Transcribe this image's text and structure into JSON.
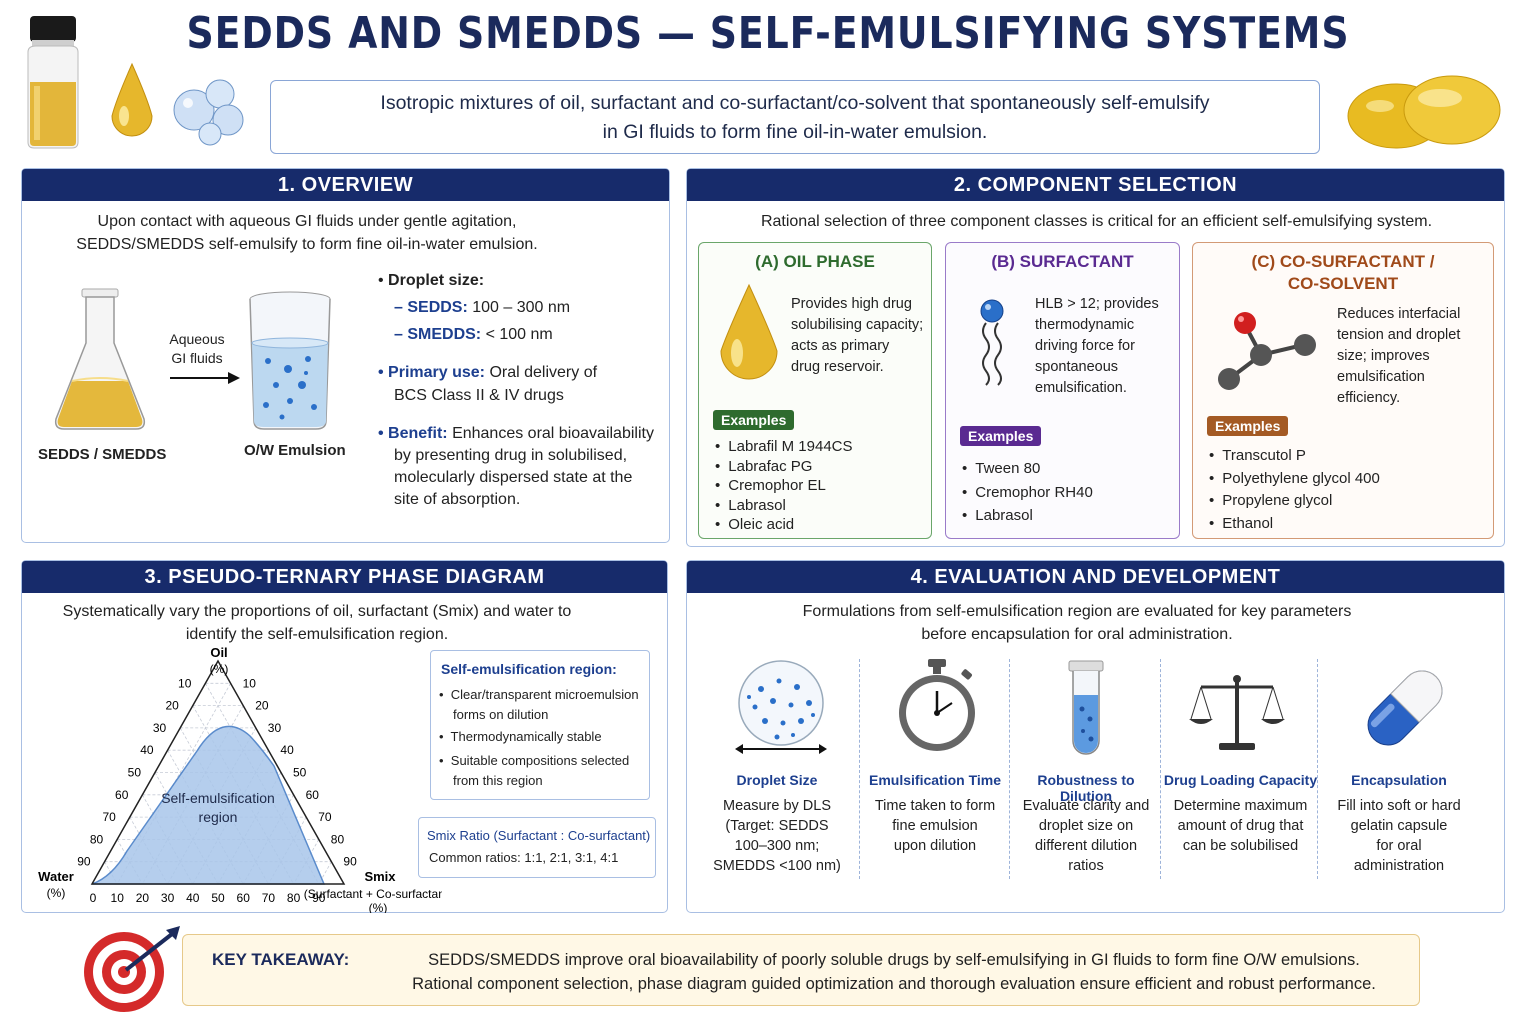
{
  "header": {
    "title": "SEDDS AND SMEDDS — SELF-EMULSIFYING SYSTEMS",
    "subtitle_line1": "Isotropic mixtures of oil, surfactant and co-surfactant/co-solvent that spontaneously self-emulsify",
    "subtitle_line2": "in GI fluids to form fine oil-in-water emulsion."
  },
  "overview": {
    "heading": "1.  OVERVIEW",
    "intro_line1": "Upon contact with aqueous GI fluids under gentle agitation,",
    "intro_line2": "SEDDS/SMEDDS self-emulsify to form fine oil-in-water emulsion.",
    "flask_label": "SEDDS / SMEDDS",
    "arrow_label_line1": "Aqueous",
    "arrow_label_line2": "GI fluids",
    "beaker_label": "O/W Emulsion",
    "droplet_title": "Droplet size:",
    "sedds_label": "SEDDS:",
    "sedds_value": "100 – 300 nm",
    "smedds_label": "SMEDDS:",
    "smedds_value": "< 100 nm",
    "primary_label": "Primary use:",
    "primary_text1": "Oral delivery of",
    "primary_text2": "BCS Class II & IV drugs",
    "benefit_label": "Benefit:",
    "benefit_text1": "Enhances oral bioavailability",
    "benefit_text2": "by presenting drug in solubilised,",
    "benefit_text3": "molecularly dispersed state at the",
    "benefit_text4": "site of absorption."
  },
  "components": {
    "heading": "2.  COMPONENT SELECTION",
    "intro": "Rational selection of three component classes is critical for an efficient self-emulsifying system.",
    "oil": {
      "title": "(A) OIL PHASE",
      "desc": [
        "Provides high drug",
        "solubilising capacity;",
        "acts as primary",
        "drug reservoir."
      ],
      "examples_label": "Examples",
      "examples": [
        "Labrafil M 1944CS",
        "Labrafac PG",
        "Cremophor EL",
        "Labrasol",
        "Oleic acid"
      ]
    },
    "surfactant": {
      "title": "(B) SURFACTANT",
      "desc": [
        "HLB > 12; provides",
        "thermodynamic",
        "driving force for",
        "spontaneous",
        "emulsification."
      ],
      "examples_label": "Examples",
      "examples": [
        "Tween 80",
        "Cremophor RH40",
        "Labrasol"
      ]
    },
    "cosurfactant": {
      "title_line1": "(C) CO-SURFACTANT /",
      "title_line2": "CO-SOLVENT",
      "desc": [
        "Reduces interfacial",
        "tension and droplet",
        "size; improves",
        "emulsification",
        "efficiency."
      ],
      "examples_label": "Examples",
      "examples": [
        "Transcutol P",
        "Polyethylene glycol 400",
        "Propylene glycol",
        "Ethanol"
      ]
    }
  },
  "phase": {
    "heading": "3.  PSEUDO-TERNARY PHASE DIAGRAM",
    "intro_line1": "Systematically vary the proportions of oil, surfactant (Smix) and water to",
    "intro_line2": "identify the self-emulsification region.",
    "oil_axis": "Oil",
    "oil_unit": "(%)",
    "water_axis": "Water",
    "water_unit": "(%)",
    "smix_axis": "Smix",
    "smix_sub": "(Surfactant + Co-surfactant)",
    "smix_unit": "(%)",
    "region_line1": "Self-emulsification",
    "region_line2": "region",
    "ticks": [
      "10",
      "20",
      "30",
      "40",
      "50",
      "60",
      "70",
      "80",
      "90"
    ],
    "tick_zero": "0",
    "box_title": "Self-emulsification region:",
    "box_items": [
      [
        "Clear/transparent microemulsion",
        "forms on dilution"
      ],
      [
        "Thermodynamically stable"
      ],
      [
        "Suitable compositions selected",
        "from this region"
      ]
    ],
    "ratio_title": "Smix Ratio (Surfactant : Co-surfactant)",
    "ratio_text": "Common ratios:  1:1,  2:1,  3:1,  4:1"
  },
  "evaluation": {
    "heading": "4.  EVALUATION AND DEVELOPMENT",
    "intro_line1": "Formulations from self-emulsification region are evaluated for key parameters",
    "intro_line2": "before encapsulation for oral administration.",
    "items": [
      {
        "name": "Droplet Size",
        "desc": [
          "Measure by DLS",
          "(Target:  SEDDS",
          "100–300 nm;",
          "SMEDDS <100 nm)"
        ]
      },
      {
        "name": "Emulsification Time",
        "desc": [
          "Time taken to form",
          "fine emulsion",
          "upon dilution"
        ]
      },
      {
        "name": "Robustness to Dilution",
        "desc": [
          "Evaluate clarity and",
          "droplet size on",
          "different dilution",
          "ratios"
        ]
      },
      {
        "name": "Drug Loading Capacity",
        "desc": [
          "Determine maximum",
          "amount of drug that",
          "can be solubilised"
        ]
      },
      {
        "name": "Encapsulation",
        "desc": [
          "Fill into soft or hard",
          "gelatin capsule",
          "for oral",
          "administration"
        ]
      }
    ]
  },
  "takeaway": {
    "label": "KEY TAKEAWAY:",
    "line1": "SEDDS/SMEDDS improve oral bioavailability of poorly soluble drugs by self-emulsifying in GI fluids to form fine O/W emulsions.",
    "line2": "Rational component selection, phase diagram guided optimization and thorough evaluation ensure efficient and robust performance."
  },
  "colors": {
    "navy": "#172b6b",
    "oil_green": "#2e6b2e",
    "surf_purple": "#5a2a91",
    "cosurf_brown": "#a04a1a",
    "region_blue": "#a9c6ea"
  }
}
